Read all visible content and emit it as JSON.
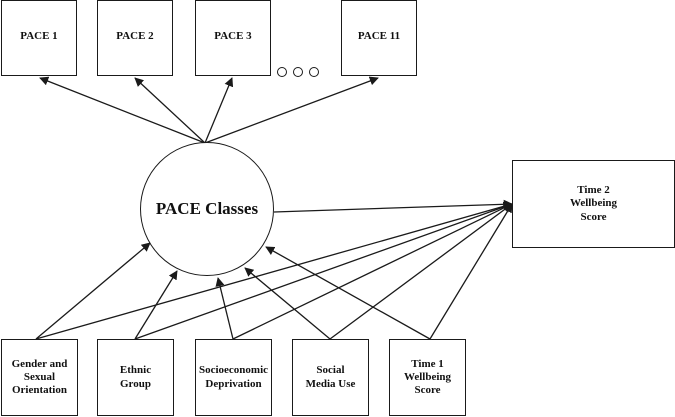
{
  "latent": {
    "label": "PACE Classes"
  },
  "indicators": [
    {
      "label": "PACE 1"
    },
    {
      "label": "PACE 2"
    },
    {
      "label": "PACE 3"
    },
    {
      "label": "PACE 11"
    }
  ],
  "covariates": [
    {
      "label": "Gender and\nSexual\nOrientation"
    },
    {
      "label": "Ethnic\nGroup"
    },
    {
      "label": "Socioeconomic\nDeprivation"
    },
    {
      "label": "Social\nMedia Use"
    },
    {
      "label": "Time 1\nWellbeing\nScore"
    }
  ],
  "outcome": {
    "label": "Time 2\nWellbeing\nScore"
  },
  "ellipsis": "three circles (omitted PACE 4–10)",
  "colors": {
    "line": "#1a1a1a",
    "background": "#ffffff",
    "text": "#111111"
  }
}
